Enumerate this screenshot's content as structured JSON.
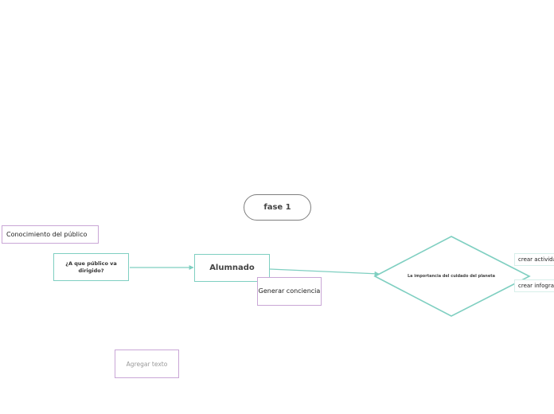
{
  "diagram": {
    "phase": {
      "label": "fase 1"
    },
    "audience_knowledge": {
      "label": "Conocimiento del público"
    },
    "target_question": {
      "label": "¿A que público va dirigido?"
    },
    "students": {
      "label": "Alumnado"
    },
    "awareness": {
      "label": "Generar conciencia"
    },
    "add_text": {
      "label": "Agregar texto"
    },
    "planet_care": {
      "label": "La importancia del cuidado del planeta"
    },
    "branches": [
      {
        "label": "crear actividades"
      },
      {
        "label": "crear infografías"
      }
    ]
  },
  "colors": {
    "teal": "#7fcfc1",
    "purple": "#c9a6d6",
    "gray_border": "#7f7f7f",
    "placeholder_text": "#999999"
  }
}
